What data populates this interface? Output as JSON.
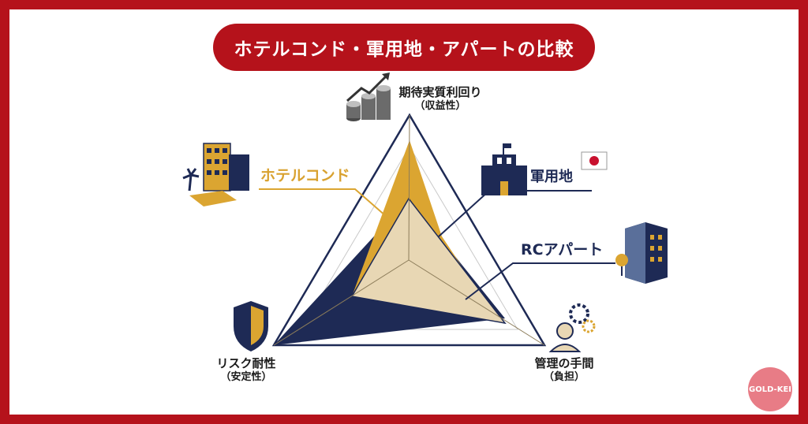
{
  "title": "ホテルコンド・軍用地・アパートの比較",
  "axes": {
    "top": {
      "label": "期待実質利回り",
      "sub": "（収益性）"
    },
    "left": {
      "label": "リスク耐性",
      "sub": "（安定性）"
    },
    "right": {
      "label": "管理の手間",
      "sub": "（負担）"
    }
  },
  "series_labels": {
    "hotel": "ホテルコンド",
    "military": "軍用地",
    "rc": "RCアパート"
  },
  "colors": {
    "frame": "#b5121b",
    "hotel": "#dba531",
    "military": "#1e2a55",
    "rc": "#e8d7b4",
    "axis": "#1e2a55"
  },
  "icons": [
    "coins-growth-icon",
    "resort-building-icon",
    "castle-icon",
    "japan-flag-icon",
    "apartment-building-icon",
    "shield-icon",
    "worker-gears-icon"
  ],
  "watermark": "GOLD-KEI"
}
